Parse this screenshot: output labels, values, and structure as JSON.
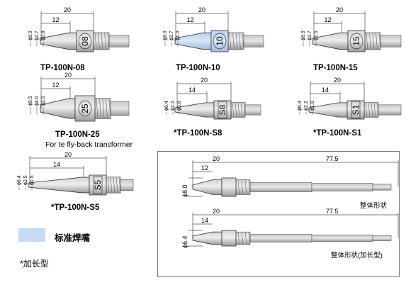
{
  "tips": [
    {
      "id": "p08",
      "name": "TP-100N-08",
      "mark": "08",
      "len": "20",
      "body": "12",
      "diams": [
        "8.0",
        "2.7",
        "0.8"
      ],
      "highlight": false
    },
    {
      "id": "p10",
      "name": "TP-100N-10",
      "mark": "10",
      "len": "20",
      "body": "12",
      "diams": [
        "8.0",
        "2.7",
        "1.0"
      ],
      "highlight": true
    },
    {
      "id": "p15",
      "name": "TP-100N-15",
      "mark": "15",
      "len": "20",
      "body": "12",
      "diams": [
        "8.0",
        "2.7",
        "1.5"
      ],
      "highlight": false
    },
    {
      "id": "p25",
      "name": "TP-100N-25",
      "mark": "25",
      "len": "20",
      "body": "12",
      "diams": [
        "9.5",
        "4.0",
        "2.5"
      ],
      "highlight": false,
      "note": "For te fly-back transformer"
    },
    {
      "id": "ps8",
      "name": "*TP-100N-S8",
      "mark": "S8",
      "len": "20",
      "body": "14",
      "diams": [
        "6.4",
        "2.2",
        "0.8"
      ],
      "highlight": false
    },
    {
      "id": "ps1",
      "name": "*TP-100N-S1",
      "mark": "S1",
      "len": "20",
      "body": "14",
      "diams": [
        "6.4",
        "2.2",
        "1.0"
      ],
      "highlight": false
    },
    {
      "id": "ps5",
      "name": "*TP-100N-S5",
      "mark": "S5",
      "len": "20",
      "body": "14",
      "diams": [
        "6.4",
        "2.5",
        "1.5"
      ],
      "highlight": false
    }
  ],
  "panel": {
    "top": {
      "len": "20",
      "body": "12",
      "total": "77.5",
      "diam": "8.0",
      "caption": "整体形状"
    },
    "bottom": {
      "len": "20",
      "body": "14",
      "total": "77.5",
      "diam": "6.4",
      "caption": "整体形状(加长型)"
    }
  },
  "legend": {
    "text": "标准焊嘴",
    "star": "*加长型",
    "color": "#c5dbf2"
  }
}
